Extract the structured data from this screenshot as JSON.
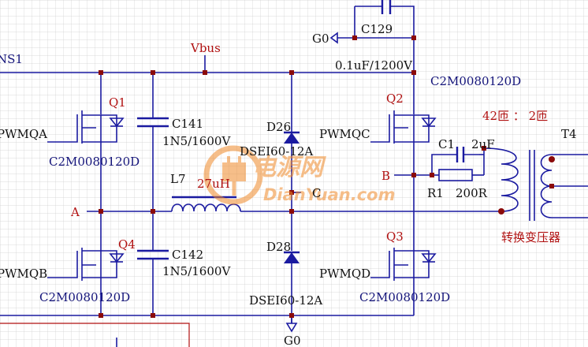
{
  "nets": {
    "ns1": "NS1",
    "vbus": "Vbus",
    "g0_top": "G0",
    "g0_bottom": "G0",
    "node_a": "A",
    "node_b": "B",
    "node_c": "C"
  },
  "signals": {
    "pwmqa": "PWMQA",
    "pwmqb": "PWMQB",
    "pwmqc": "PWMQC",
    "pwmqd": "PWMQD"
  },
  "transistors": {
    "q1": {
      "ref": "Q1",
      "part": "C2M0080120D"
    },
    "q2": {
      "ref": "Q2",
      "part": "C2M0080120D"
    },
    "q3": {
      "ref": "Q3",
      "part": "C2M0080120D"
    },
    "q4": {
      "ref": "Q4",
      "part": "C2M0080120D"
    }
  },
  "capacitors": {
    "c129": {
      "ref": "C129",
      "value": "0.1uF/1200V"
    },
    "c141": {
      "ref": "C141",
      "value": "1N5/1600V"
    },
    "c142": {
      "ref": "C142",
      "value": "1N5/1600V"
    },
    "c1": {
      "ref": "C1",
      "value": "2uF"
    }
  },
  "diodes": {
    "d26": {
      "ref": "D26",
      "part": "DSEI60-12A"
    },
    "d28": {
      "ref": "D28",
      "part": "DSEI60-12A"
    }
  },
  "inductor": {
    "ref": "L7",
    "value": "27uH"
  },
  "resistor": {
    "ref": "R1",
    "value": "200R"
  },
  "transformer": {
    "ref": "T4",
    "ratio": "42匝 ： 2匝",
    "label": "转换变压器"
  },
  "watermark": {
    "cn": "电源网",
    "en": "DianYuan.com"
  },
  "colors": {
    "wire": "#1a1aa0",
    "label_blue": "#14147a",
    "label_red": "#b01010",
    "junction": "#8a0a0a",
    "grid": "#cfcfcf",
    "watermark": "#f08a2a"
  }
}
